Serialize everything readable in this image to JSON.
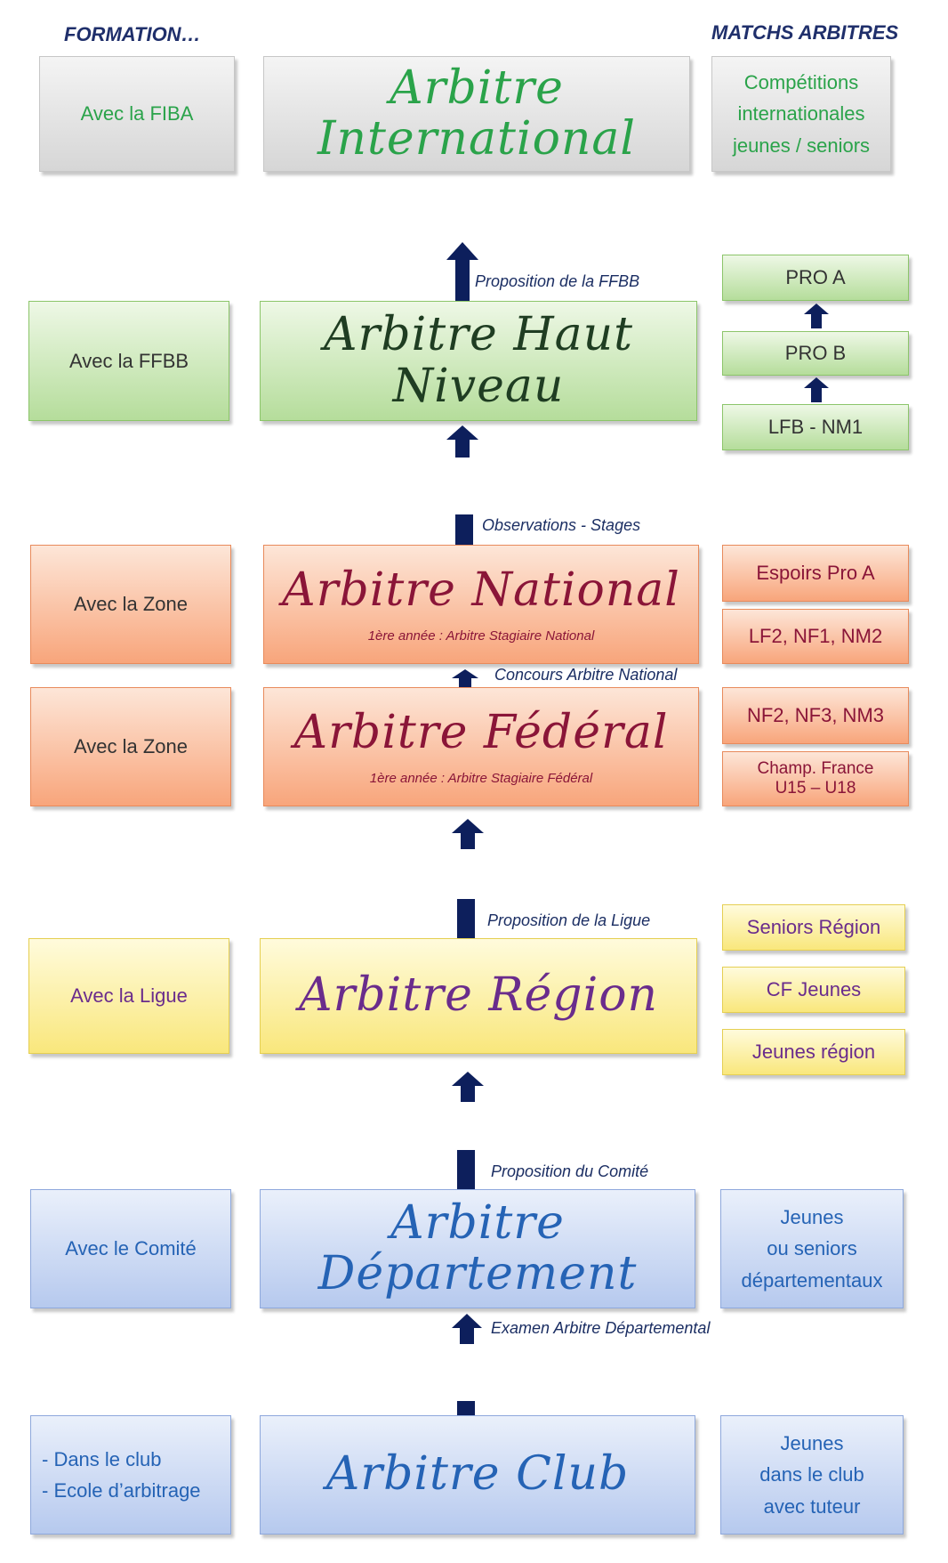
{
  "headers": {
    "formation": "FORMATION…",
    "matchs": "MATCHS ARBITRES"
  },
  "levels": {
    "international": {
      "side": "Avec la FIBA",
      "title": "Arbitre International",
      "matches": [
        "Compétitions",
        "internationales",
        "jeunes / seniors"
      ]
    },
    "haut_niveau": {
      "side": "Avec la FFBB",
      "title": "Arbitre Haut Niveau",
      "matches": [
        "PRO A",
        "PRO B",
        "LFB - NM1"
      ]
    },
    "national": {
      "side": "Avec la Zone",
      "title": "Arbitre National",
      "sub": "1ère année : Arbitre Stagiaire National",
      "matches": [
        "Espoirs Pro A",
        "LF2, NF1, NM2"
      ]
    },
    "federal": {
      "side": "Avec la Zone",
      "title": "Arbitre Fédéral",
      "sub": "1ère année : Arbitre Stagiaire Fédéral",
      "matches": [
        "NF2, NF3, NM3",
        "Champ. France",
        "U15 – U18"
      ]
    },
    "region": {
      "side": "Avec la Ligue",
      "title": "Arbitre Région",
      "matches": [
        "Seniors Région",
        "CF Jeunes",
        "Jeunes région"
      ]
    },
    "departement": {
      "side": "Avec le Comité",
      "title": "Arbitre Département",
      "matches": [
        "Jeunes",
        "ou seniors",
        "départementaux"
      ]
    },
    "club": {
      "side": [
        "- Dans le club",
        "- Ecole d’arbitrage"
      ],
      "title": "Arbitre Club",
      "matches": [
        "Jeunes",
        "dans le club",
        "avec tuteur"
      ]
    }
  },
  "transitions": {
    "ffbb": "Proposition de la FFBB",
    "observations": "Observations - Stages",
    "concours": "Concours Arbitre National",
    "ligue": "Proposition de la Ligue",
    "comite": "Proposition du Comité",
    "examen": "Examen Arbitre Départemental"
  },
  "colors": {
    "gray": "#d6d6d6",
    "green": "#b5dd9b",
    "orange": "#f8a57b",
    "yellow": "#f9e77c",
    "blue": "#b6c9ee",
    "arrow": "#0d1f5c"
  }
}
